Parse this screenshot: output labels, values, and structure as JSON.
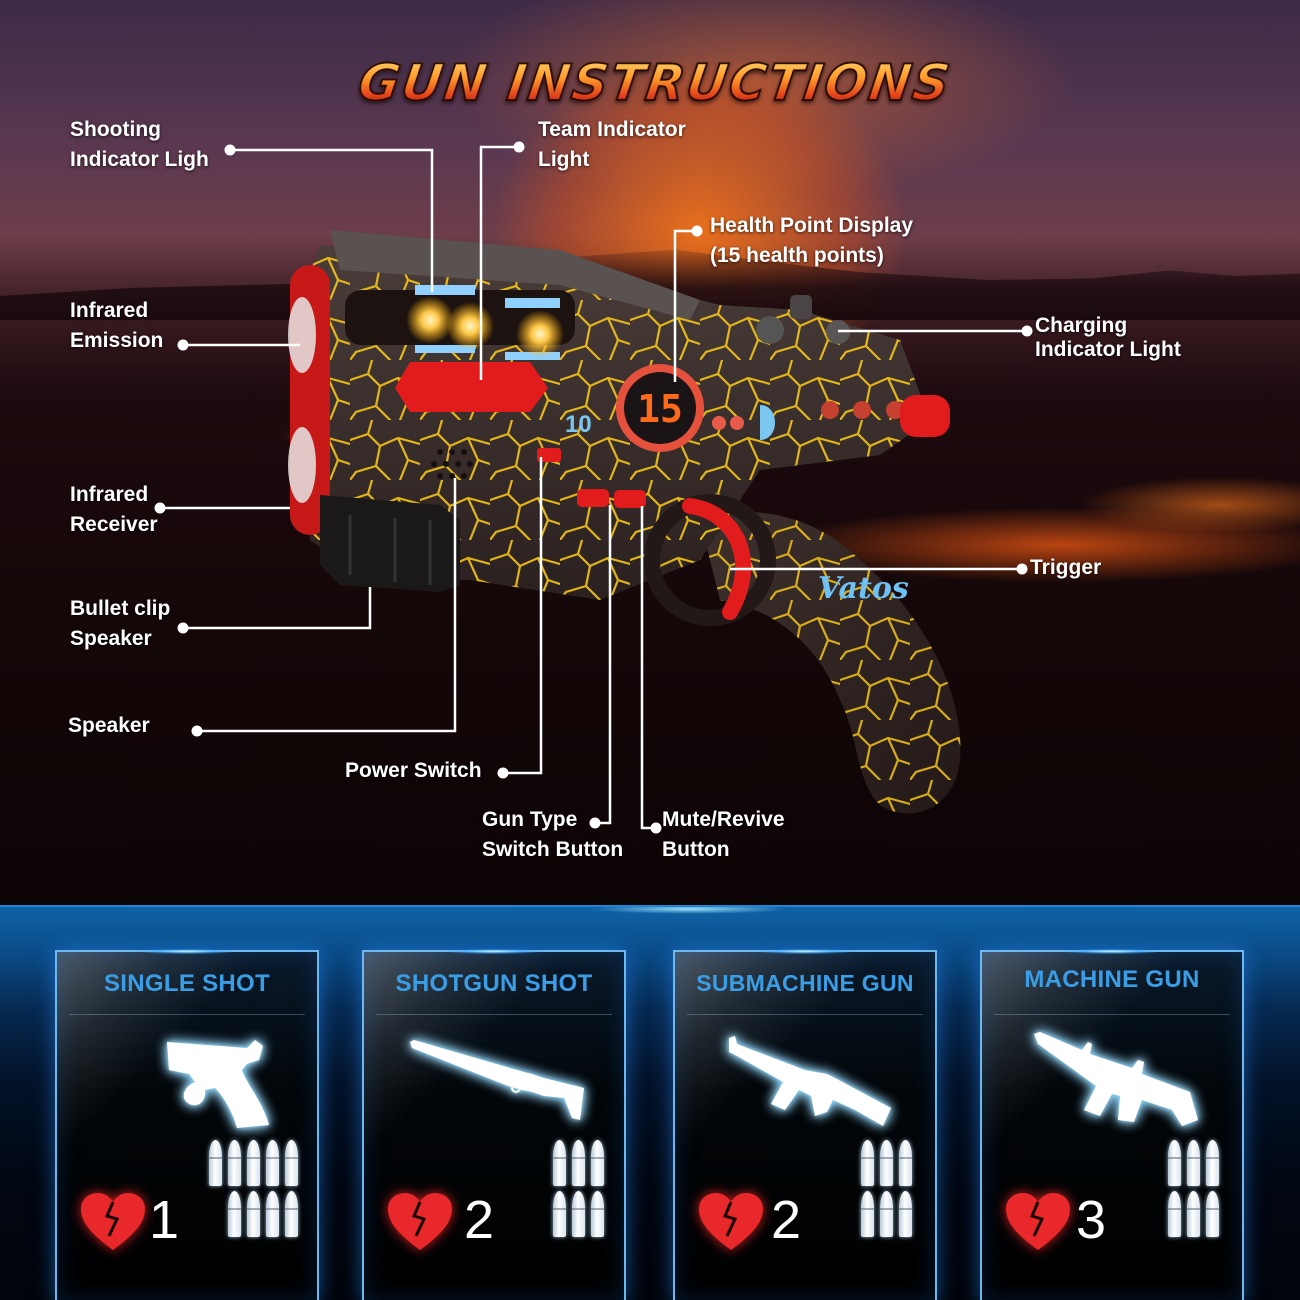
{
  "title": "GUN INSTRUCTIONS",
  "product_brand_mark": "Vatos",
  "gun_display": {
    "health_value": "15",
    "team_number": "10"
  },
  "callouts": [
    {
      "id": "shooting-indicator-light",
      "lines": [
        "Shooting",
        "Indicator Ligh"
      ]
    },
    {
      "id": "team-indicator-light",
      "lines": [
        "Team Indicator",
        "Light"
      ]
    },
    {
      "id": "health-point-display",
      "lines": [
        "Health Point Display",
        "(15 health points)"
      ]
    },
    {
      "id": "infrared-emission",
      "lines": [
        "Infrared",
        "Emission"
      ]
    },
    {
      "id": "charging-indicator-light",
      "lines": [
        "Charging",
        "Indicator Light"
      ]
    },
    {
      "id": "infrared-receiver",
      "lines": [
        "Infrared",
        "Receiver"
      ]
    },
    {
      "id": "trigger",
      "lines": [
        "Trigger"
      ]
    },
    {
      "id": "bullet-clip-speaker",
      "lines": [
        "Bullet clip",
        "Speaker"
      ]
    },
    {
      "id": "speaker",
      "lines": [
        "Speaker"
      ]
    },
    {
      "id": "power-switch",
      "lines": [
        "Power Switch"
      ]
    },
    {
      "id": "gun-type-switch-button",
      "lines": [
        "Gun Type",
        "Switch Button"
      ]
    },
    {
      "id": "mute-revive-button",
      "lines": [
        "Mute/Revive",
        "Button"
      ]
    }
  ],
  "modes": [
    {
      "name": "SINGLE SHOT",
      "weapon_icon": "revolver-icon",
      "damage": "1",
      "ammo_icons": 9,
      "ammo_layout": "5+4"
    },
    {
      "name": "SHOTGUN SHOT",
      "weapon_icon": "shotgun-icon",
      "damage": "2",
      "ammo_icons": 6,
      "ammo_layout": "3+3"
    },
    {
      "name": "SUBMACHINE GUN",
      "weapon_icon": "ak-rifle-icon",
      "damage": "2",
      "ammo_icons": 6,
      "ammo_layout": "3+3"
    },
    {
      "name": "MACHINE GUN",
      "weapon_icon": "assault-rifle-icon",
      "damage": "3",
      "ammo_icons": 6,
      "ammo_layout": "3+3"
    }
  ],
  "colors": {
    "card_title": "#3a9ee6",
    "card_border": "#6fb8ee",
    "heart": "#e8282a",
    "panel_top": "#0f63a8",
    "title_orange": "#ff7a1e",
    "gun_body": "#3a2e2c",
    "lava_crack": "#f5c518",
    "gun_red": "#e21c1c",
    "accent_blue": "#7cc6f2"
  }
}
